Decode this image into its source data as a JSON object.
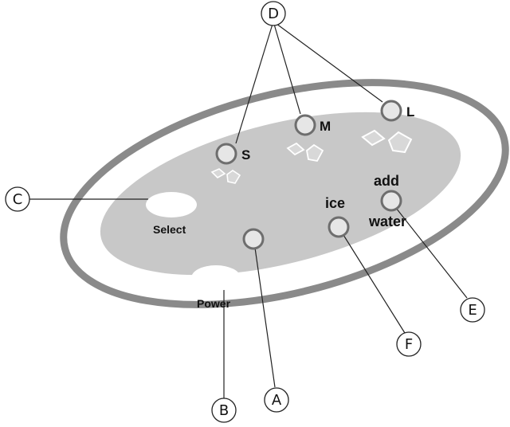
{
  "colors": {
    "outer_ring": "#8a8a8a",
    "panel_fill": "#c8c8c8",
    "indicator_light": "#e6e6e6",
    "indicator_ring": "#6e6e6e",
    "button_fill": "#ffffff",
    "line": "#222222"
  },
  "panel": {
    "buttons": {
      "select": "Select",
      "power": "Power"
    },
    "indicators": {
      "small": "S",
      "medium": "M",
      "large": "L",
      "ice": "ice",
      "add": "add",
      "water": "water"
    }
  },
  "callouts": {
    "A": "A",
    "B": "B",
    "C": "C",
    "D": "D",
    "E": "E",
    "F": "F"
  }
}
